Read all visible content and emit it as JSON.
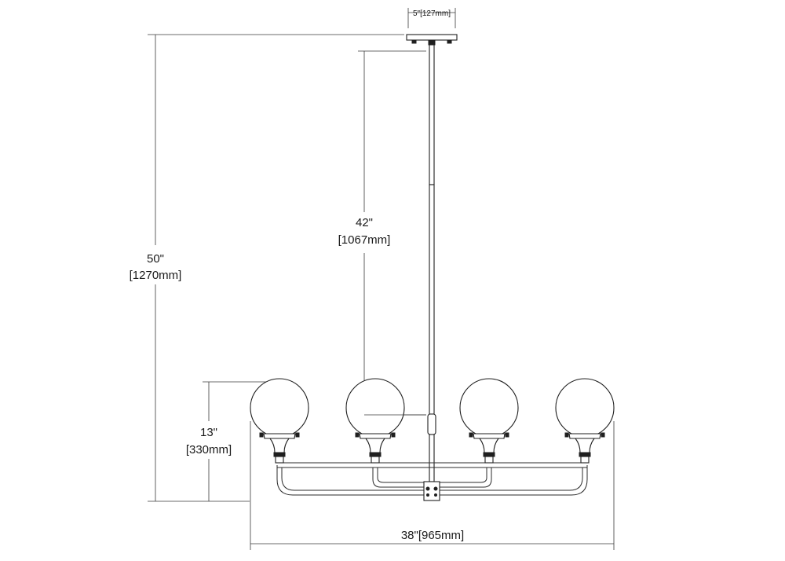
{
  "dimensions": {
    "canopy_width": "5\"[127mm]",
    "overall_height_in": "50\"",
    "overall_height_mm": "[1270mm]",
    "rod_length_in": "42\"",
    "rod_length_mm": "[1067mm]",
    "fixture_height_in": "13\"",
    "fixture_height_mm": "[330mm]",
    "fixture_width": "38\"[965mm]"
  },
  "colors": {
    "line": "#1f1f1f",
    "background": "#ffffff"
  },
  "fixture": {
    "globe_count": 4
  }
}
